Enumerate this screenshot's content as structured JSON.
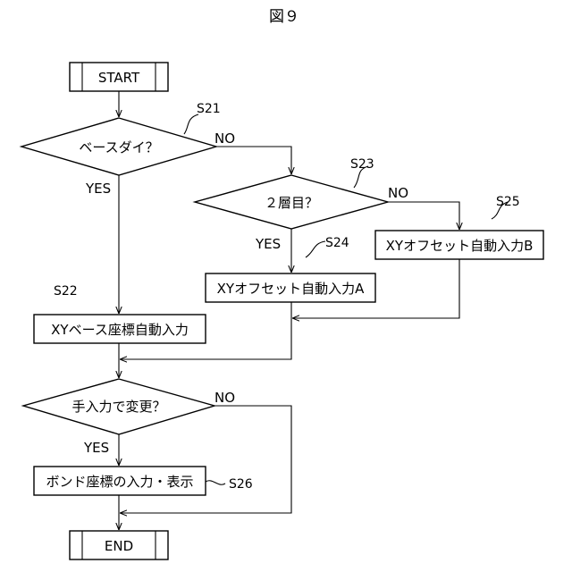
{
  "figure": {
    "title": "図９"
  },
  "nodes": {
    "start": "START",
    "end": "END",
    "d1": "ベースダイ？",
    "d2": "２層目？",
    "d3": "手入力で変更？",
    "p_s22": "XYベース座標自動入力",
    "p_s24": "XYオフセット自動入力A",
    "p_s25": "XYオフセット自動入力B",
    "p_s26": "ボンド座標の入力・表示"
  },
  "steps": {
    "s21": "S21",
    "s22": "S22",
    "s23": "S23",
    "s24": "S24",
    "s25": "S25",
    "s26": "S26"
  },
  "branches": {
    "d1_no": "NO",
    "d1_yes": "YES",
    "d2_no": "NO",
    "d2_yes": "YES",
    "d3_no": "NO",
    "d3_yes": "YES"
  }
}
